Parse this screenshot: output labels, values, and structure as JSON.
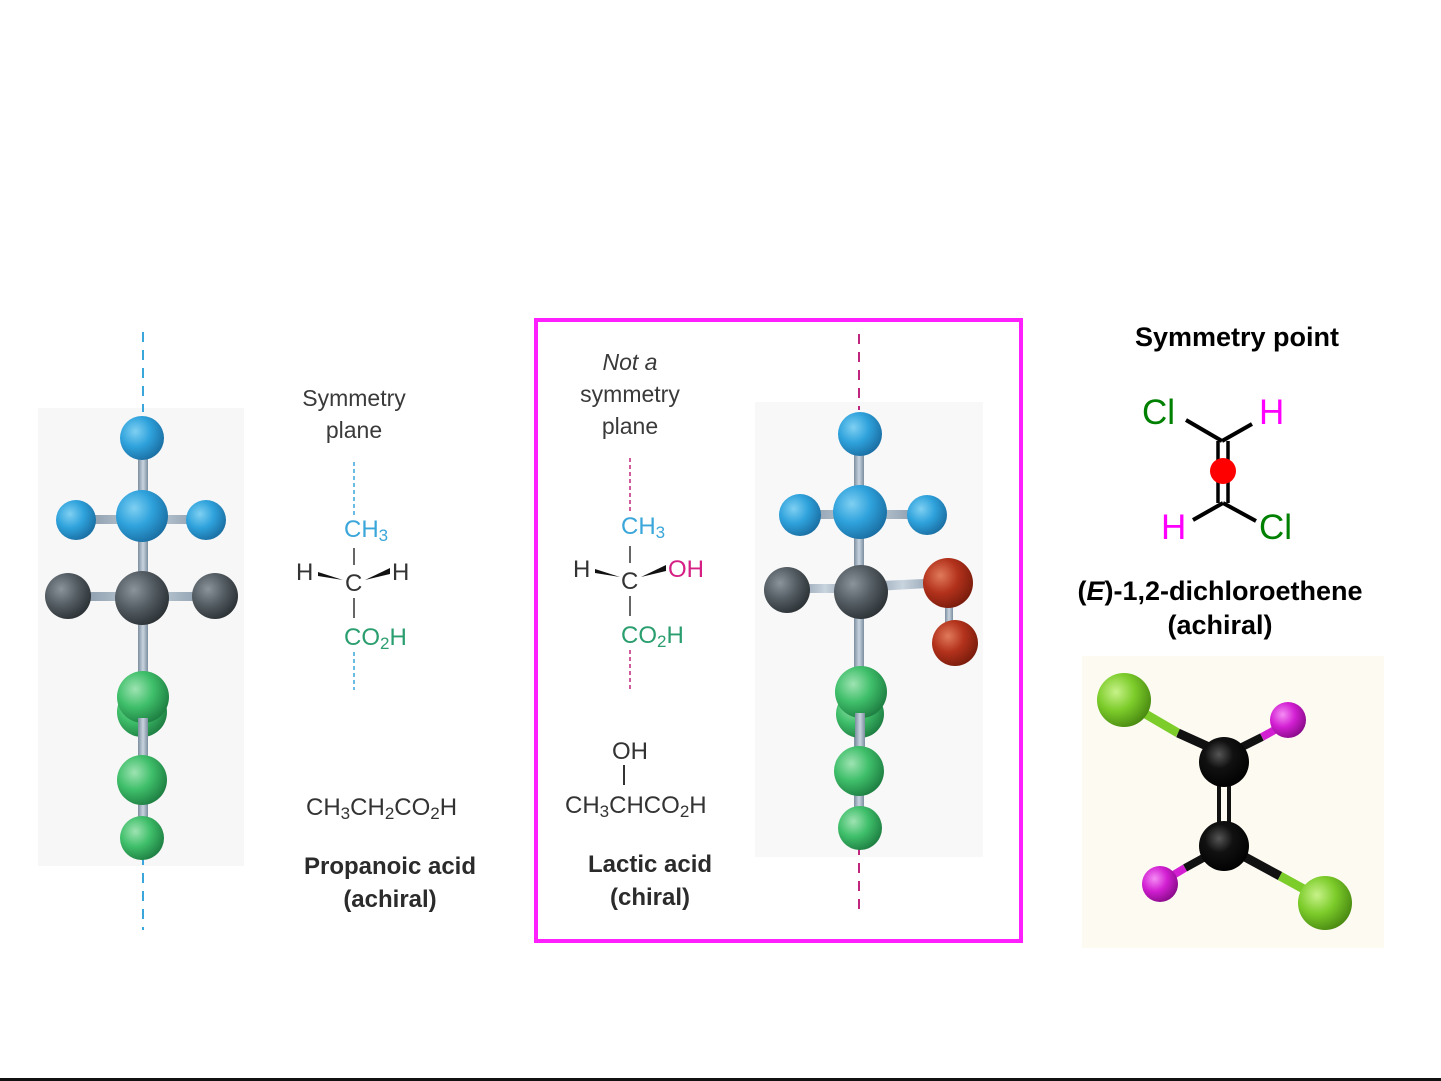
{
  "propanoic": {
    "plane_label_line1": "Symmetry",
    "plane_label_line2": "plane",
    "top_group": "CH",
    "top_group_sub": "3",
    "left_sub": "H",
    "center": "C",
    "right_sub": "H",
    "bottom_group": "CO",
    "bottom_group_sub": "2",
    "bottom_group_end": "H",
    "condensed_formula": [
      "CH",
      "3",
      "CH",
      "2",
      "CO",
      "2",
      "H"
    ],
    "name": "Propanoic acid",
    "chirality": "(achiral)"
  },
  "lactic": {
    "plane_label_line1": "Not a",
    "plane_label_line2": "symmetry",
    "plane_label_line3": "plane",
    "top_group": "CH",
    "top_group_sub": "3",
    "left_sub": "H",
    "center": "C",
    "right_sub": "OH",
    "bottom_group": "CO",
    "bottom_group_sub": "2",
    "bottom_group_end": "H",
    "oh_above": "OH",
    "condensed_formula": [
      "CH",
      "3",
      "CHCO",
      "2",
      "H"
    ],
    "name": "Lactic acid",
    "chirality": "(chiral)"
  },
  "dichloroethene": {
    "title": "Symmetry point",
    "atoms": {
      "top_left": "Cl",
      "top_right": "H",
      "bottom_left": "H",
      "bottom_right": "Cl"
    },
    "name_prefix_open": "(",
    "name_stereo": "E",
    "name_rest": ")-1,2-dichloroethene",
    "chirality": "(achiral)"
  },
  "colors": {
    "highlight_box": "#ff1fff",
    "symmetry_point": "#ff0000",
    "chlorine_label": "#008000",
    "hydrogen_label": "#ff00ff",
    "plane_line_propanoic": "#3aa6d9",
    "plane_line_lactic": "#c0267e"
  }
}
